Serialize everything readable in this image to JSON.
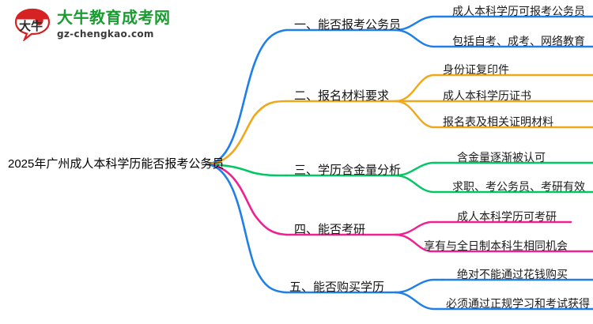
{
  "logo": {
    "mark_text": "大牛",
    "title": "大牛教育成考网",
    "subtitle": "gz-chengkao.com",
    "title_color": "#1a9c32",
    "mark_color": "#d62222"
  },
  "mindmap": {
    "root": {
      "label": "2025年广州成人本科学历能否报考公务员"
    },
    "colors": {
      "blue": "#1E7FE8",
      "orange": "#F0A818",
      "green": "#00C864",
      "pink": "#F02090"
    },
    "branches": [
      {
        "label": "一、能否报考公务员",
        "color": "#1E7FE8",
        "leaves": [
          "成人本科学历可报考公务员",
          "包括自考、成考、网络教育"
        ]
      },
      {
        "label": "二、报名材料要求",
        "color": "#F0A818",
        "leaves": [
          "身份证复印件",
          "成人本科学历证书",
          "报名表及相关证明材料"
        ]
      },
      {
        "label": "三、学历含金量分析",
        "color": "#00C864",
        "leaves": [
          "含金量逐渐被认可",
          "求职、考公务员、考研有效"
        ]
      },
      {
        "label": "四、能否考研",
        "color": "#F02090",
        "leaves": [
          "成人本科学历可考研",
          "享有与全日制本科生相同机会"
        ]
      },
      {
        "label": "五、能否购买学历",
        "color": "#1E7FE8",
        "leaves": [
          "绝对不能通过花钱购买",
          "必须通过正规学习和考试获得"
        ]
      }
    ]
  }
}
